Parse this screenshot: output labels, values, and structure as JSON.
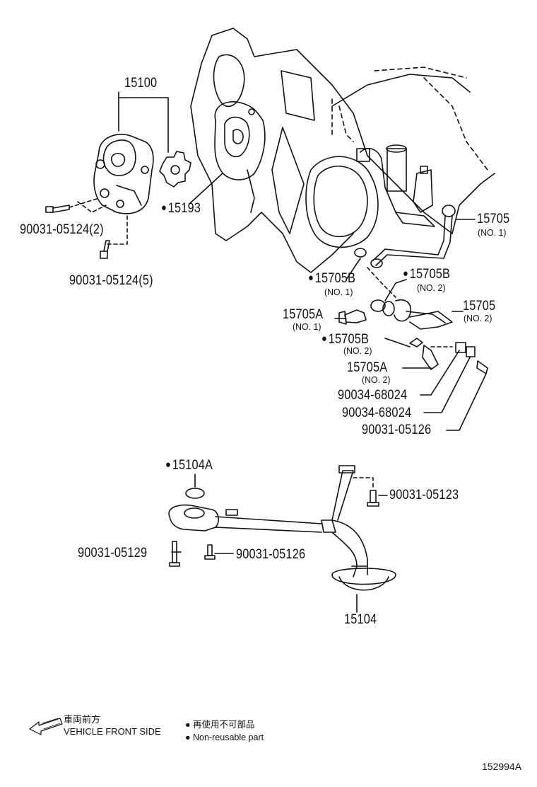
{
  "parts": {
    "p15100": "15100",
    "p15193": "15193",
    "p90031_05124_2": "90031-05124(2)",
    "p90031_05124_5": "90031-05124(5)",
    "p15705_1": "15705",
    "p15705_1_sub": "(NO. 1)",
    "p15705B_1": "15705B",
    "p15705B_1_sub": "(NO. 1)",
    "p15705B_2a": "15705B",
    "p15705B_2a_sub": "(NO. 2)",
    "p15705A_1": "15705A",
    "p15705A_1_sub": "(NO. 1)",
    "p15705_2": "15705",
    "p15705_2_sub": "(NO. 2)",
    "p15705B_2b": "15705B",
    "p15705B_2b_sub": "(NO. 2)",
    "p15705A_2": "15705A",
    "p15705A_2_sub": "(NO. 2)",
    "p90034_68024_a": "90034-68024",
    "p90034_68024_b": "90034-68024",
    "p90031_05126_a": "90031-05126",
    "p15104A": "15104A",
    "p90031_05123": "90031-05123",
    "p90031_05129": "90031-05129",
    "p90031_05126_b": "90031-05126",
    "p15104": "15104"
  },
  "legend": {
    "front_jp": "車両前方",
    "front_en": "VEHICLE FRONT SIDE",
    "nonreuse_jp": "再使用不可部品",
    "nonreuse_en": "Non-reusable part"
  },
  "diagram_id": "152994A"
}
